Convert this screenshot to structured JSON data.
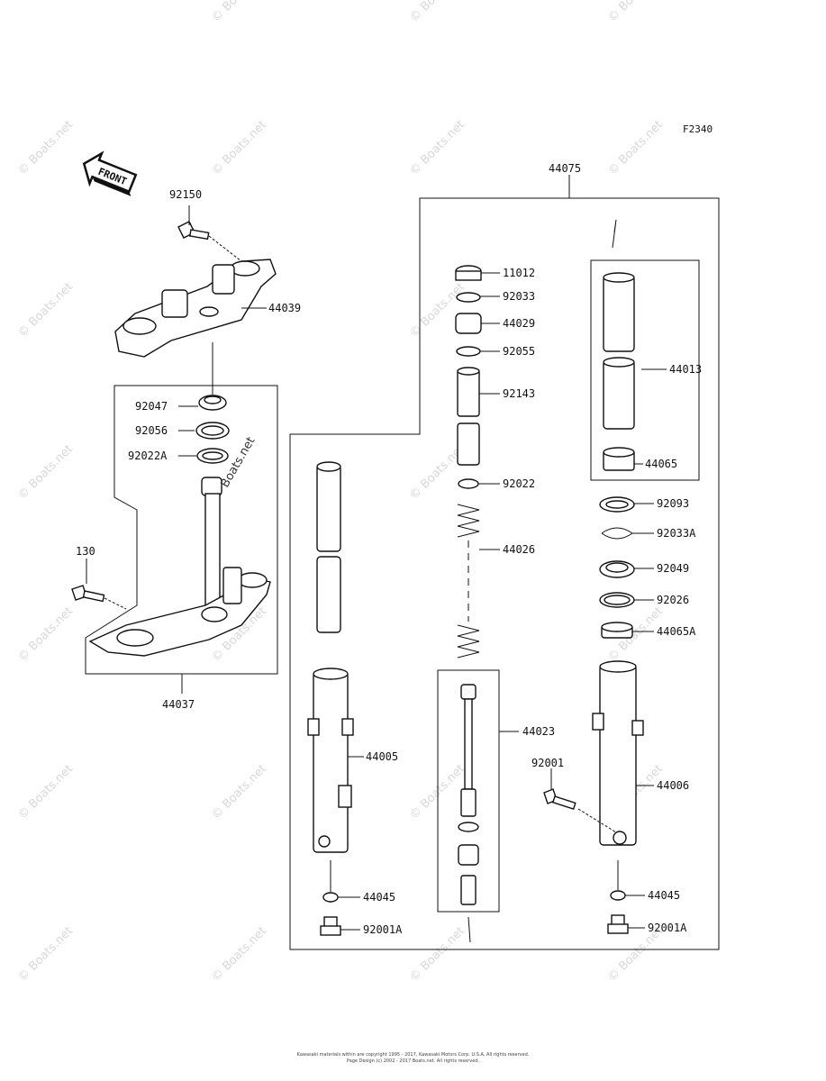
{
  "figure_code": "F2340",
  "front_label": "FRONT",
  "watermark": "© Boats.net",
  "inline_watermark": "Boats.net",
  "labels": {
    "p44075": "44075",
    "p92150": "92150",
    "p44039": "44039",
    "p92047": "92047",
    "p92056": "92056",
    "p92022A": "92022A",
    "p130": "130",
    "p44037": "44037",
    "p11012": "11012",
    "p92033": "92033",
    "p44029": "44029",
    "p92055": "92055",
    "p92143": "92143",
    "p92022": "92022",
    "p44026": "44026",
    "p44023": "44023",
    "p44013": "44013",
    "p44065": "44065",
    "p92093": "92093",
    "p92033A": "92033A",
    "p92049": "92049",
    "p92026": "92026",
    "p44065A": "44065A",
    "p44005": "44005",
    "p44006": "44006",
    "p92001": "92001",
    "p44045L": "44045",
    "p44045R": "44045",
    "p92001AL": "92001A",
    "p92001AR": "92001A"
  },
  "footer": {
    "line1": "Kawasaki materials within are copyright 1995 - 2017, Kawasaki Motors Corp. U.S.A. All rights reserved.",
    "line2": "Page Design (c) 2002 - 2017 Boats.net. All rights reserved."
  }
}
